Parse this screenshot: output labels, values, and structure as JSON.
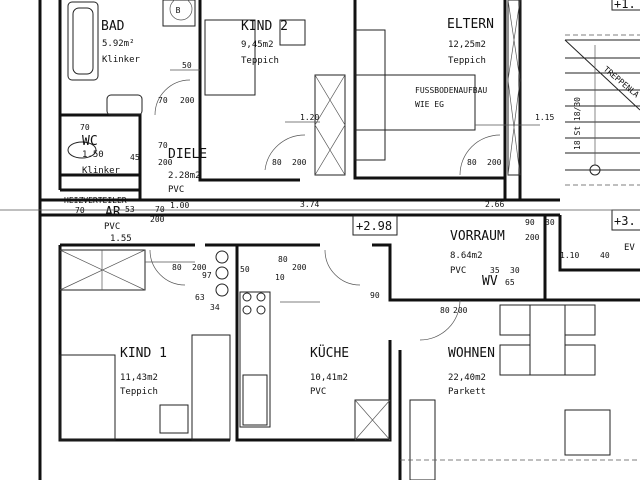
{
  "rooms": {
    "bad": {
      "name": "BAD",
      "area": "5.92m²",
      "floor": "Klinker"
    },
    "kind2": {
      "name": "KIND 2",
      "area": "9,45m2",
      "floor": "Teppich"
    },
    "eltern": {
      "name": "ELTERN",
      "area": "12,25m2",
      "floor": "Teppich",
      "note1": "FUSSBODENAUFBAU",
      "note2": "WIE EG"
    },
    "wc": {
      "name": "WC",
      "area": "1.50",
      "floor": "Klinker"
    },
    "diele": {
      "name": "DIELE",
      "area": "2.28m2",
      "floor": "PVC"
    },
    "ar": {
      "name": "AR",
      "area": "1.55",
      "floor": "PVC",
      "note": "HEIZVERTEILER"
    },
    "vorraum": {
      "name": "VORRAUM",
      "area": "8.64m2",
      "floor": "PVC"
    },
    "kind1": {
      "name": "KIND 1",
      "area": "11,43m2",
      "floor": "Teppich"
    },
    "kueche": {
      "name": "KÜCHE",
      "area": "10,41m2",
      "floor": "PVC"
    },
    "wohnen": {
      "name": "WOHNEN",
      "area": "22,40m2",
      "floor": "Parkett"
    }
  },
  "levels": {
    "main": "+2.98",
    "stair": "+3.",
    "top": "+1."
  },
  "labels": {
    "wv": "WV",
    "ev": "EV",
    "stair": "TREPPENLA",
    "stair_steps": "18 St 18/30",
    "boiler": "B"
  },
  "dimensions": [
    "50",
    "70",
    "200",
    "70",
    "45",
    "70",
    "200",
    "1.20",
    "80",
    "200",
    "1.15",
    "80",
    "200",
    "3.74",
    "2.66",
    "90",
    "200",
    "30",
    "70",
    "70",
    "200",
    "1.00",
    "53",
    "80",
    "200",
    "97",
    "63",
    "34",
    "50",
    "10",
    "80",
    "200",
    "90",
    "35",
    "30",
    "65",
    "80",
    "200",
    "1.10",
    "40"
  ]
}
